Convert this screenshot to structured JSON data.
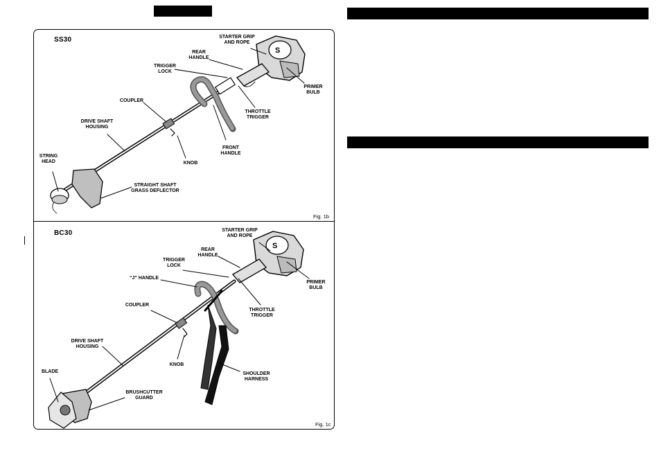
{
  "top_figure": {
    "model": "SS30",
    "figure_no": "Fig. 1b",
    "labels": {
      "starter": [
        "STARTER GRIP",
        "AND ROPE"
      ],
      "rear_handle": [
        "REAR",
        "HANDLE"
      ],
      "trigger_lock": [
        "TRIGGER",
        "LOCK"
      ],
      "primer": [
        "PRIMER",
        "BULB"
      ],
      "coupler": [
        "COUPLER"
      ],
      "throttle": [
        "THROTTLE",
        "TRIGGER"
      ],
      "drive_shaft": [
        "DRIVE SHAFT",
        "HOUSING"
      ],
      "front_handle": [
        "FRONT",
        "HANDLE"
      ],
      "string_head": [
        "STRING",
        "HEAD"
      ],
      "knob": [
        "KNOB"
      ],
      "deflector": [
        "STRAIGHT SHAFT",
        "GRASS DEFLECTOR"
      ]
    }
  },
  "bottom_figure": {
    "model": "BC30",
    "figure_no": "Fig. 1c",
    "labels": {
      "starter": [
        "STARTER GRIP",
        "AND ROPE"
      ],
      "rear_handle": [
        "REAR",
        "HANDLE"
      ],
      "trigger_lock": [
        "TRIGGER",
        "LOCK"
      ],
      "j_handle": [
        "“J” HANDLE"
      ],
      "primer": [
        "PRIMER",
        "BULB"
      ],
      "coupler": [
        "COUPLER"
      ],
      "throttle": [
        "THROTTLE",
        "TRIGGER"
      ],
      "drive_shaft": [
        "DRIVE SHAFT",
        "HOUSING"
      ],
      "knob": [
        "KNOB"
      ],
      "shoulder": [
        "SHOULDER",
        "HARNESS"
      ],
      "blade": [
        "BLADE"
      ],
      "guard": [
        "BRUSHCUTTER",
        "GUARD"
      ]
    }
  }
}
